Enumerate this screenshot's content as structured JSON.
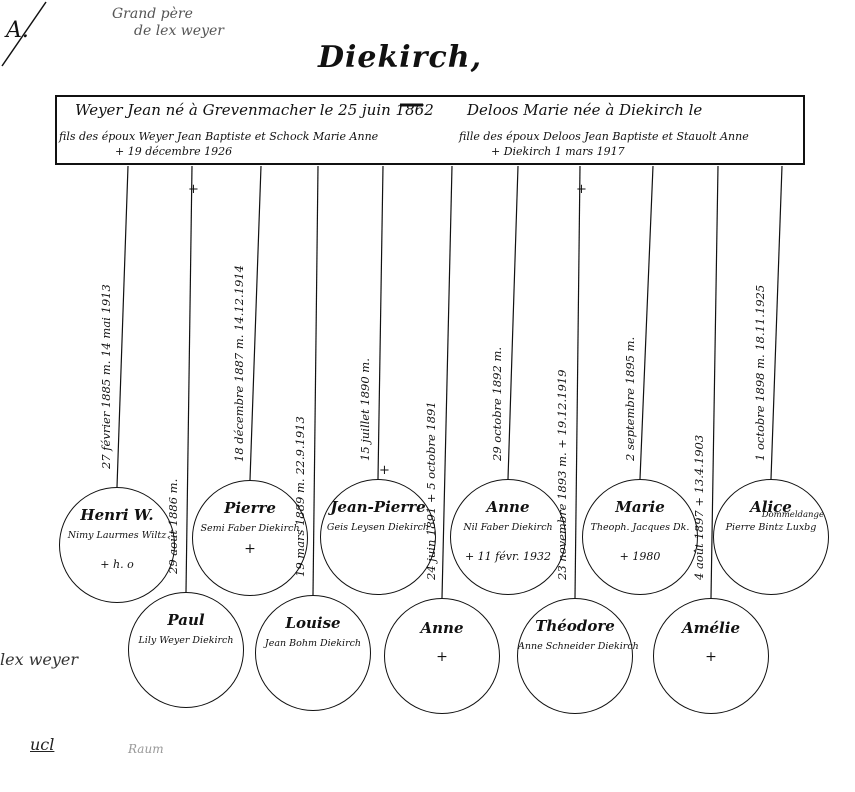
{
  "page_number": "A.",
  "note_top": [
    "Grand père",
    "de lex weyer"
  ],
  "place": "Diekirch,",
  "parents": {
    "father_line": "Weyer Jean  né à Grevenmacher le 25 juin 1862",
    "mother_line": "Deloos Marie  née à Diekirch le",
    "father_parents": "fils des époux Weyer Jean Baptiste et Schock Marie Anne",
    "father_death": "+ 19 décembre 1926",
    "mother_parents": "fille des époux Deloos Jean Baptiste et Stauolt Anne",
    "mother_death": "+ Diekirch 1 mars 1917"
  },
  "children": [
    {
      "name": "Henri",
      "suffix": "W.",
      "spouse": "Nimy Laurmes Wiltz",
      "death": "+ h. o",
      "birth_line": "27 février 1885 m. 14 mai 1913"
    },
    {
      "name": "Paul",
      "spouse": "Lily Weyer Diekirch",
      "death": "",
      "birth_line": "29 août 1886 m.",
      "cross_top": "+"
    },
    {
      "name": "Pierre",
      "spouse": "Semi Faber Diekirch",
      "death": "",
      "birth_line": "18 décembre 1887 m. 14.12.1914",
      "cross_mid": "+"
    },
    {
      "name": "Louise",
      "spouse": "Jean Bohm Diekirch",
      "death": "",
      "birth_line": "19 mars 1889 m. 22.9.1913"
    },
    {
      "name": "Jean-Pierre",
      "spouse": "Geis Leysen Diekirch",
      "death": "",
      "birth_line": "15 juillet 1890 m.",
      "cross_top": "+"
    },
    {
      "name": "Anne",
      "spouse": "",
      "death": "",
      "birth_line": "24 juin 1891 + 5 octobre 1891",
      "cross_mid": "+"
    },
    {
      "name": "Anne",
      "spouse": "Nil Faber Diekirch",
      "death": "+ 11 févr. 1932",
      "birth_line": "29 octobre 1892 m."
    },
    {
      "name": "Théodore",
      "spouse": "Anne Schneider Diekirch",
      "death": "",
      "birth_line": "23 novembre 1893 m. + 19.12.1919",
      "cross_top": "+"
    },
    {
      "name": "Marie",
      "spouse": "Theoph. Jacques Dk.",
      "death": "+ 1980",
      "birth_line": "2 septembre 1895 m."
    },
    {
      "name": "Amélie",
      "spouse": "",
      "death": "",
      "birth_line": "4 août 1897 + 13.4.1903",
      "cross_mid": "+"
    },
    {
      "name": "Alice",
      "spouse": "Pierre Bintz Luxbg",
      "extra": "Dommeldange",
      "death": "",
      "birth_line": "1 octobre 1898 m. 18.11.1925"
    }
  ],
  "note_side": "lex weyer",
  "scribbles": [
    "ucl",
    "Raum"
  ]
}
